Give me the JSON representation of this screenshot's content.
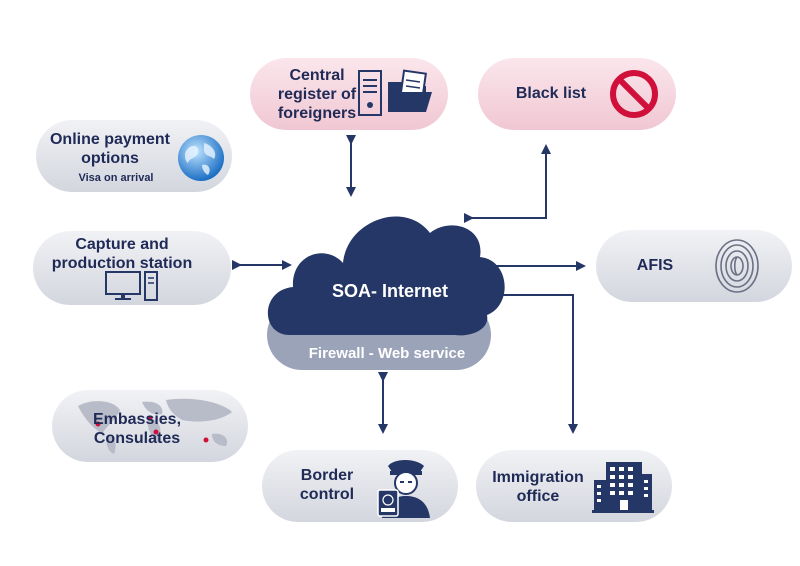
{
  "colors": {
    "navy": "#253767",
    "grey_pill": "#d3d6de",
    "pink_pill": "#f0c7d3",
    "red": "#d0103a"
  },
  "hub": {
    "title": "SOA- Internet",
    "subtitle": "Firewall - Web service"
  },
  "nodes": {
    "central_register": {
      "line1": "Central",
      "line2": "register of",
      "line3": "foreigners",
      "icons": [
        "server-icon",
        "folder-icon"
      ]
    },
    "black_list": {
      "label": "Black list",
      "icon": "prohibited-icon"
    },
    "online_payment": {
      "line1": "Online payment",
      "line2": "options",
      "subtitle": "Visa on arrival",
      "icon": "globe-icon"
    },
    "capture_station": {
      "line1": "Capture and",
      "line2": "production station",
      "icon": "computer-icon"
    },
    "afis": {
      "label": "AFIS",
      "icon": "fingerprint-icon"
    },
    "embassies": {
      "line1": "Embassies,",
      "line2": "Consulates",
      "icon": "world-map-icon"
    },
    "border_control": {
      "line1": "Border",
      "line2": "control",
      "icon": "border-officer-icon"
    },
    "immigration_office": {
      "line1": "Immigration",
      "line2": "office",
      "icon": "office-building-icon"
    }
  }
}
